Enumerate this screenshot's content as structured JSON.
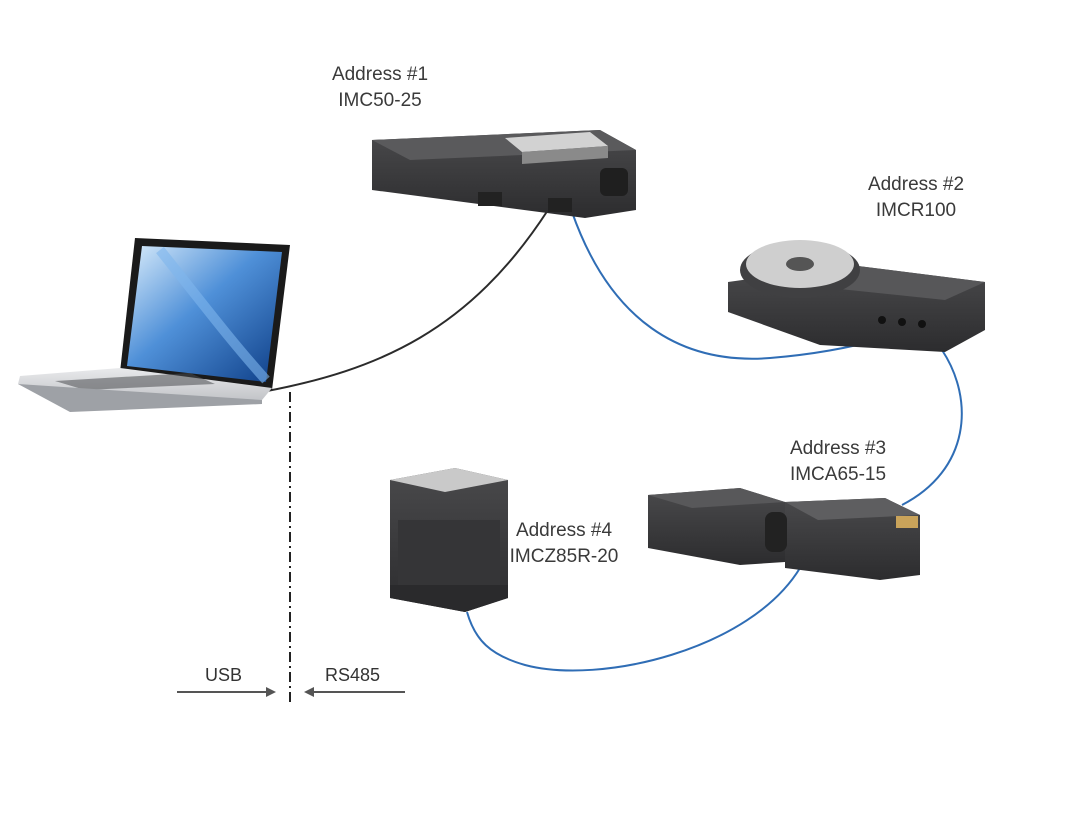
{
  "devices": [
    {
      "address": "Address #1",
      "model": "IMC50-25"
    },
    {
      "address": "Address #2",
      "model": "IMCR100"
    },
    {
      "address": "Address #3",
      "model": "IMCA65-15"
    },
    {
      "address": "Address #4",
      "model": "IMCZ85R-20"
    }
  ],
  "bus": {
    "left_label": "USB",
    "right_label": "RS485"
  },
  "colors": {
    "usb_cable": "#2b2b2b",
    "rs485_cable": "#2f6db5",
    "device_body": "#3b3b3d",
    "arrow": "#555555"
  }
}
